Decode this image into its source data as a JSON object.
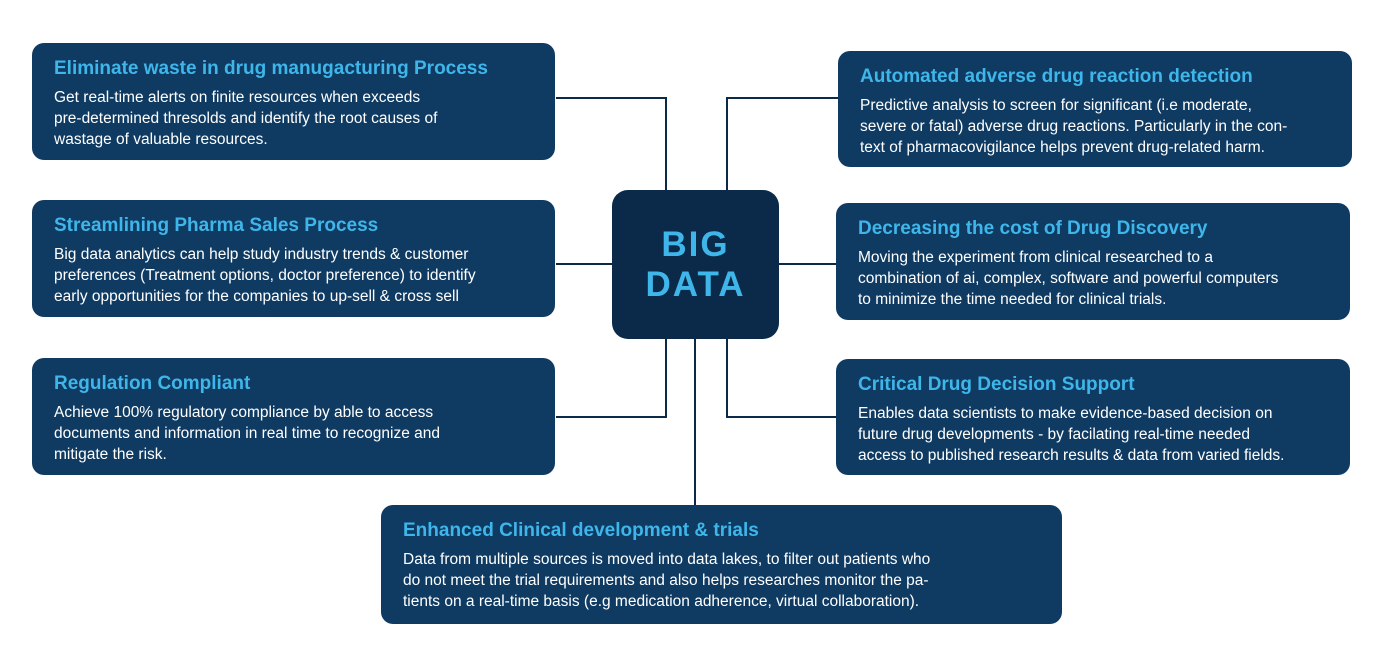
{
  "hub": {
    "line1": "BIG",
    "line2": "DATA"
  },
  "colors": {
    "card_background": "#0f3b63",
    "hub_background": "#0b2a4a",
    "title_accent": "#3fb6ea",
    "body_text": "#ffffff",
    "connector": "#0b2a4a"
  },
  "cards": {
    "waste": {
      "title": "Eliminate waste in drug manugacturing Process",
      "lines": [
        "Get real-time alerts on finite resources when exceeds",
        "pre-determined thresolds and identify the root causes of",
        "wastage of valuable resources."
      ]
    },
    "sales": {
      "title": "Streamlining Pharma Sales Process",
      "lines": [
        "Big data analytics can help study industry trends & customer",
        "preferences (Treatment options, doctor preference) to identify",
        "early opportunities for the companies to up-sell & cross sell"
      ]
    },
    "regulation": {
      "title": "Regulation Compliant",
      "lines": [
        "Achieve 100% regulatory compliance by able to access",
        "documents and information in real time to recognize and",
        "mitigate the risk."
      ]
    },
    "adverse": {
      "title": "Automated adverse drug reaction detection",
      "lines": [
        "Predictive analysis to screen for significant (i.e moderate,",
        "severe or fatal) adverse drug reactions. Particularly in the con-",
        "text of pharmacovigilance helps prevent drug-related harm."
      ]
    },
    "discovery": {
      "title": "Decreasing the cost of Drug Discovery",
      "lines": [
        "Moving the experiment from clinical researched to a",
        "combination of ai, complex, software and powerful computers",
        "to minimize the time needed for clinical trials."
      ]
    },
    "decision": {
      "title": "Critical Drug Decision Support",
      "lines": [
        "Enables data scientists to make evidence-based decision on",
        "future drug developments - by facilating real-time needed",
        "access to published research results & data from varied fields."
      ]
    },
    "clinical": {
      "title": "Enhanced Clinical development & trials",
      "lines": [
        "Data from multiple sources is moved into data lakes, to filter out patients who",
        "do not meet the trial requirements and also helps researches monitor the pa-",
        "tients on a real-time basis (e.g medication adherence, virtual collaboration)."
      ]
    }
  }
}
